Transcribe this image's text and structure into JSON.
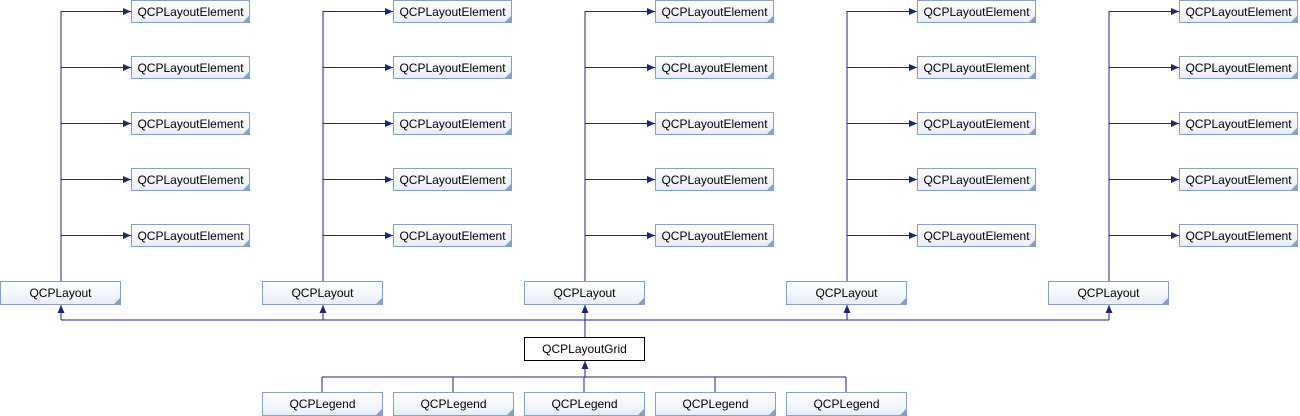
{
  "diagram": {
    "colors": {
      "edge": "#1a237e",
      "node_border": "#84a0c8",
      "current_border": "#000000"
    },
    "current_class": "QCPLayoutGrid",
    "columns": [
      {
        "parent": "QCPLayout",
        "children": [
          "QCPLayoutElement",
          "QCPLayoutElement",
          "QCPLayoutElement",
          "QCPLayoutElement",
          "QCPLayoutElement"
        ]
      },
      {
        "parent": "QCPLayout",
        "children": [
          "QCPLayoutElement",
          "QCPLayoutElement",
          "QCPLayoutElement",
          "QCPLayoutElement",
          "QCPLayoutElement"
        ]
      },
      {
        "parent": "QCPLayout",
        "children": [
          "QCPLayoutElement",
          "QCPLayoutElement",
          "QCPLayoutElement",
          "QCPLayoutElement",
          "QCPLayoutElement"
        ]
      },
      {
        "parent": "QCPLayout",
        "children": [
          "QCPLayoutElement",
          "QCPLayoutElement",
          "QCPLayoutElement",
          "QCPLayoutElement",
          "QCPLayoutElement"
        ]
      },
      {
        "parent": "QCPLayout",
        "children": [
          "QCPLayoutElement",
          "QCPLayoutElement",
          "QCPLayoutElement",
          "QCPLayoutElement",
          "QCPLayoutElement"
        ]
      }
    ],
    "derived": [
      "QCPLegend",
      "QCPLegend",
      "QCPLegend",
      "QCPLegend",
      "QCPLegend"
    ]
  }
}
